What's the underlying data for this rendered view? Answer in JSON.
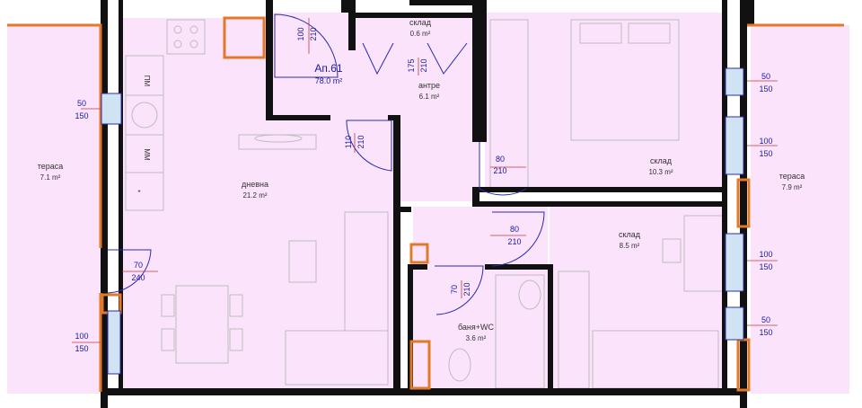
{
  "apartment": {
    "name": "Ап.61",
    "area": "78.0 m²"
  },
  "rooms": {
    "terrace_left": {
      "name": "тераса",
      "area": "7.1 m²"
    },
    "living": {
      "name": "дневна",
      "area": "21.2 m²"
    },
    "storage_small": {
      "name": "склад",
      "area": "0.6 m²"
    },
    "hall": {
      "name": "антре",
      "area": "6.1 m²"
    },
    "storage_large": {
      "name": "склад",
      "area": "10.3 m²"
    },
    "storage_mid": {
      "name": "склад",
      "area": "8.5 m²"
    },
    "bath": {
      "name": "баня+WC",
      "area": "3.6 m²"
    },
    "terrace_right": {
      "name": "тераса",
      "area": "7.9 m²"
    }
  },
  "appliances": {
    "dishwasher": "ПМ",
    "washer": "ММ",
    "fridge": "*"
  },
  "dimensions": {
    "entry_door": {
      "w": "100",
      "h": "210"
    },
    "storage_door": {
      "w": "175",
      "h": "210"
    },
    "hall_door": {
      "w": "110",
      "h": "210"
    },
    "storage_large_door": {
      "w": "80",
      "h": "210"
    },
    "storage_mid_door": {
      "w": "80",
      "h": "210"
    },
    "bath_door": {
      "w": "70",
      "h": "210"
    },
    "terrace_door": {
      "w": "70",
      "h": "240"
    },
    "win_left_top": {
      "w": "50",
      "h": "150"
    },
    "win_left_bottom": {
      "w": "100",
      "h": "150"
    },
    "win_right_1": {
      "w": "50",
      "h": "150"
    },
    "win_right_2": {
      "w": "100",
      "h": "150"
    },
    "win_right_3": {
      "w": "100",
      "h": "150"
    },
    "win_right_4": {
      "w": "50",
      "h": "150"
    }
  },
  "colors": {
    "room_fill": "#fbe3fb",
    "wall": "#111111",
    "column": "#e07a2a",
    "dimension_text": "#1a1aa6"
  }
}
